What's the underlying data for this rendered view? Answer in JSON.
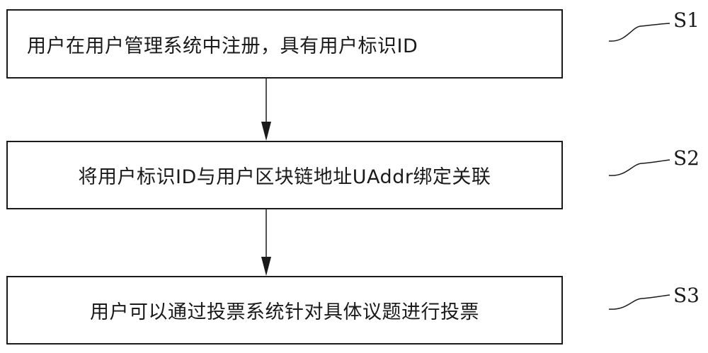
{
  "steps": [
    {
      "id": "S1",
      "text": "用户在用户管理系统中注册，具有用户标识ID"
    },
    {
      "id": "S2",
      "text": "将用户标识ID与用户区块链地址UAddr绑定关联"
    },
    {
      "id": "S3",
      "text": "用户可以通过投票系统针对具体议题进行投票"
    }
  ]
}
